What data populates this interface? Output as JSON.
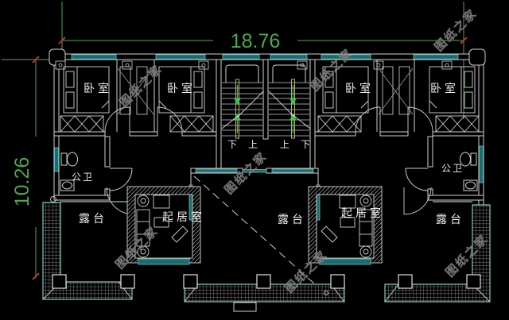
{
  "drawing": {
    "dimension_top": "18.76",
    "dimension_left": "10.26",
    "rooms": {
      "bedroom": "卧室",
      "bathroom": "公卫",
      "terrace": "露台",
      "living_room": "起居室"
    },
    "stairs": {
      "up": "上",
      "down": "下"
    },
    "watermark": "图纸之家",
    "colors": {
      "background": "#000000",
      "wall_line": "#d6d6d6",
      "window_fill": "#1b6b6e",
      "window_edge": "#66c4c4",
      "dimension_green": "#4aa94a",
      "tick_red": "#b23434",
      "stair_rail_yellow": "#b9b763",
      "arrow_green": "#21cd41",
      "label_text": "#ececec",
      "watermark_gray": "#969696"
    }
  }
}
